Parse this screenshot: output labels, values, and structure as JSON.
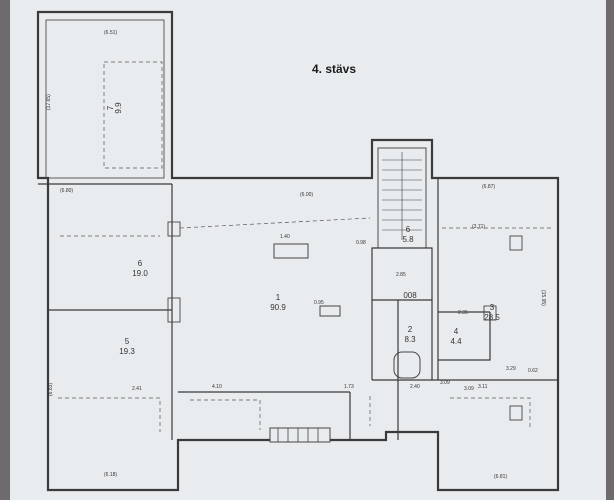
{
  "title": "4. stävs",
  "colors": {
    "paper": "#e9ecef",
    "wall": "#3a3a3a",
    "dim": "#555555",
    "background": "#6f6a6e"
  },
  "rooms": [
    {
      "id": "r7",
      "number": "7",
      "area": "9.9"
    },
    {
      "id": "r6",
      "number": "6",
      "area": "19.0"
    },
    {
      "id": "r5",
      "number": "5",
      "area": "19.3"
    },
    {
      "id": "r1",
      "number": "1",
      "area": "90.9"
    },
    {
      "id": "rs",
      "number": "6",
      "area": "5.8"
    },
    {
      "id": "r2",
      "number": "2",
      "area": "8.3"
    },
    {
      "id": "r4",
      "number": "4",
      "area": "4.4"
    },
    {
      "id": "r3",
      "number": "3",
      "area": "28.5"
    },
    {
      "id": "ro",
      "number": "008",
      "area": ""
    }
  ],
  "dimensions": [
    "(6.51)",
    "(6.80)",
    "(17.65)",
    "(6.00)",
    "(6.87)",
    "(3.71)",
    "(15.95)",
    "(6.18)",
    "(6.83)",
    "(6.81)",
    "3.09",
    "2.41",
    "4.10",
    "1.73",
    "0.95",
    "1.40",
    "0.98",
    "2.85",
    "2.40",
    "3.09",
    "2.35",
    "3.11",
    "3.29",
    "0.62"
  ]
}
